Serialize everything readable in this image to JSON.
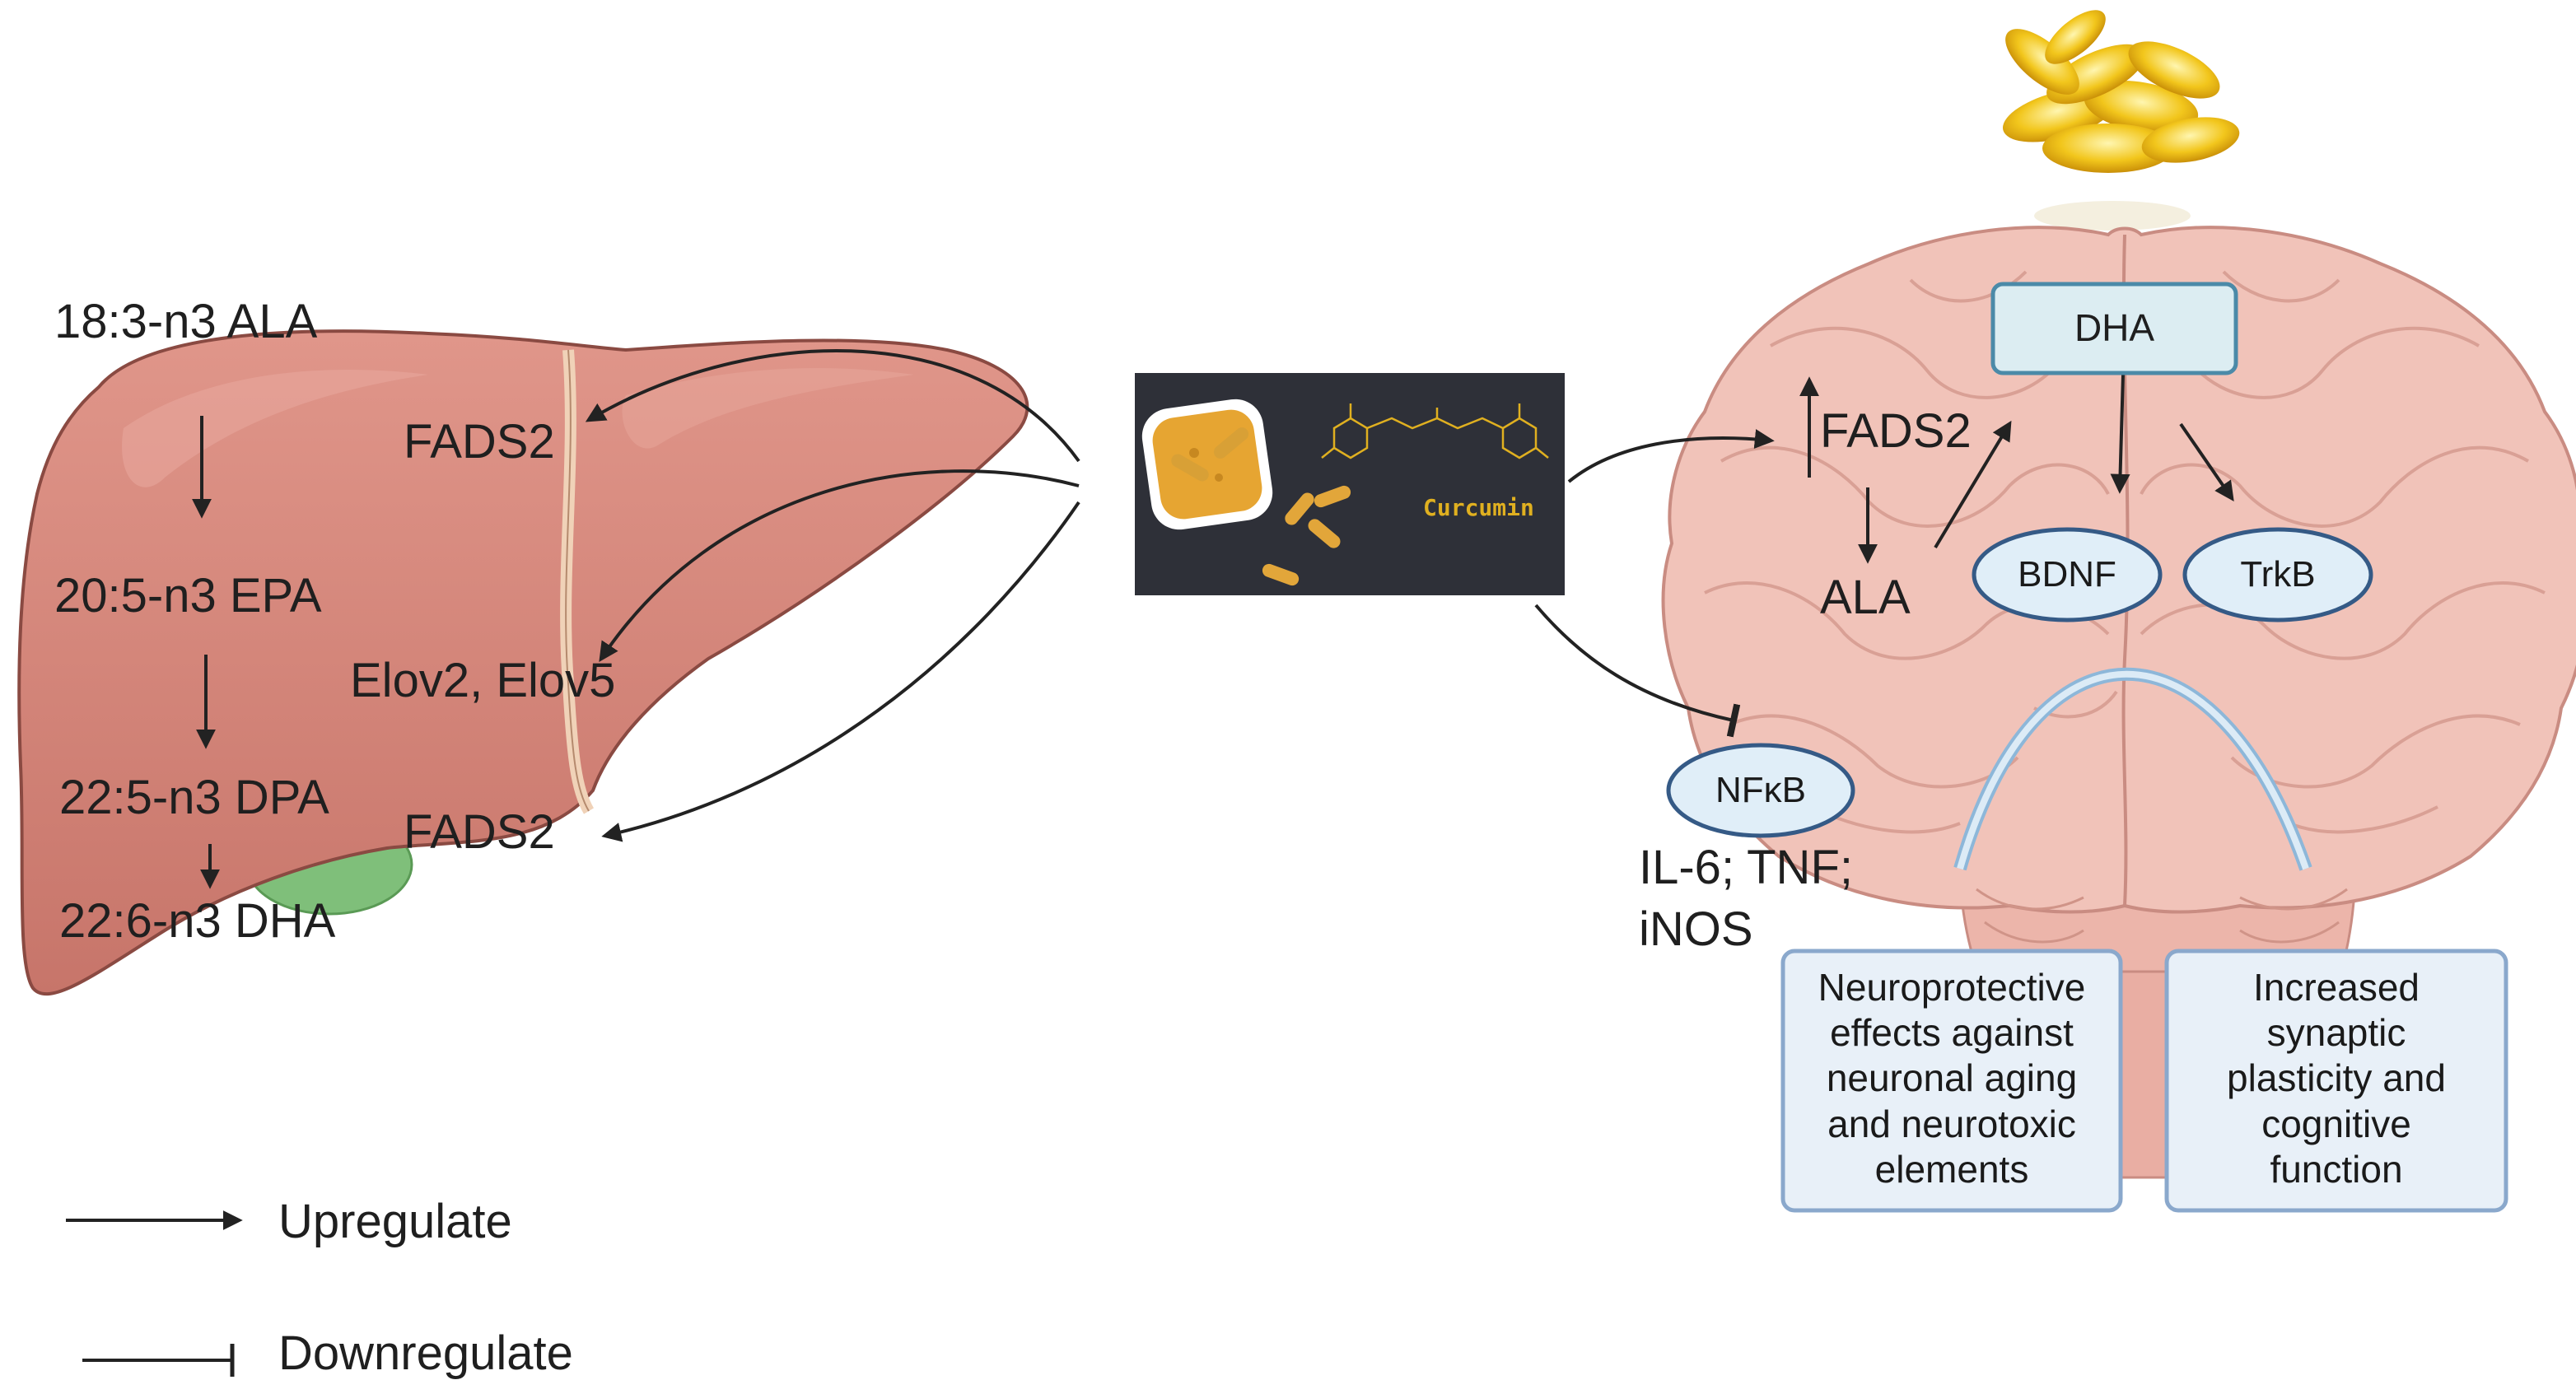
{
  "liver": {
    "ala": "18:3-n3 ALA",
    "epa": "20:5-n3 EPA",
    "dpa": "22:5-n3 DPA",
    "dha": "22:6-n3 DHA",
    "fads2_top": "FADS2",
    "elov": "Elov2, Elov5",
    "fads2_bottom": "FADS2"
  },
  "curcumin": {
    "label": "Curcumin"
  },
  "brain": {
    "dha": "DHA",
    "fads2": "FADS2",
    "ala": "ALA",
    "bdnf": "BDNF",
    "trkb": "TrkB",
    "nfkb": "NFκB",
    "cytokines_line1": "IL-6; TNF;",
    "cytokines_line2": "iNOS",
    "box_left": [
      "Neuroprotective",
      "effects against",
      "neuronal aging",
      "and neurotoxic",
      "elements"
    ],
    "box_right": [
      "Increased",
      "synaptic",
      "plasticity and",
      "cognitive",
      "function"
    ]
  },
  "legend": {
    "up": "Upregulate",
    "down": "Downregulate"
  },
  "colors": {
    "liver": "#c7756a",
    "brain": "#f1c3b9",
    "dha_box": "#dcedf2",
    "oval": "#e0eef8",
    "result_box": "#e8f0f8"
  }
}
